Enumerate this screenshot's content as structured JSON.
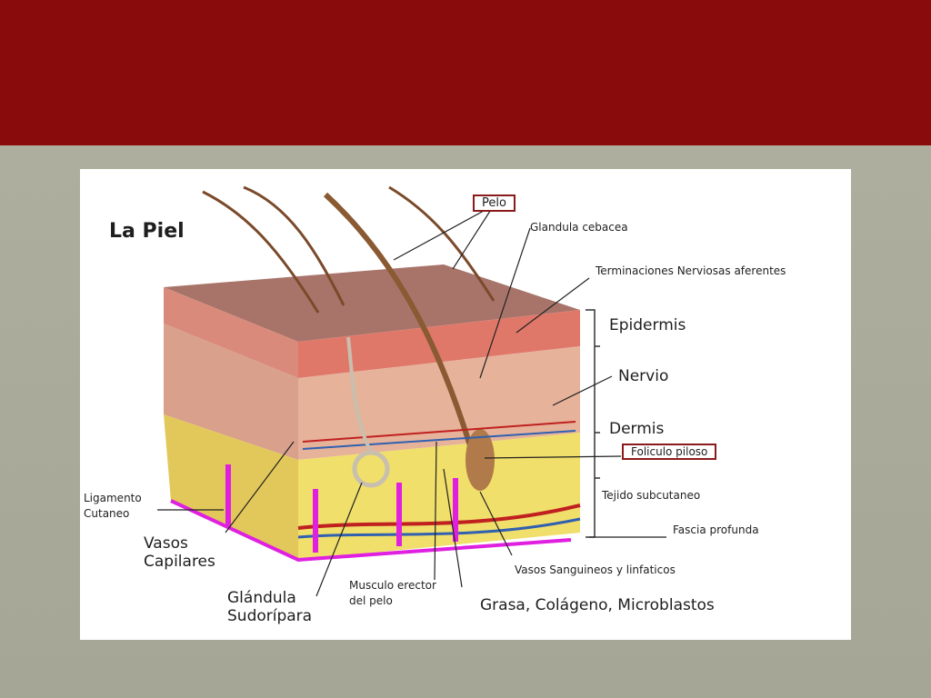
{
  "diagram": {
    "title": "La Piel",
    "labels": {
      "pelo": "Pelo",
      "glandula_cebacea": "Glandula cebacea",
      "terminaciones": "Terminaciones Nerviosas aferentes",
      "epidermis": "Epidermis",
      "nervio": "Nervio",
      "dermis": "Dermis",
      "foliculo": "Foliculo piloso",
      "tejido_subcutaneo": "Tejido subcutaneo",
      "fascia": "Fascia profunda",
      "vasos_sanguineos": "Vasos Sanguineos y linfaticos",
      "grasa": "Grasa, Colágeno, Microblastos",
      "musculo_line1": "Musculo erector",
      "musculo_line2": "del pelo",
      "glandula_line1": "Glándula",
      "glandula_line2": "Sudorípara",
      "vasos_cap_line1": "Vasos",
      "vasos_cap_line2": "Capilares",
      "ligamento_line1": "Ligamento",
      "ligamento_line2": "Cutaneo"
    },
    "colors": {
      "header": "#8a0b0b",
      "highlight_box": "#8b1a1a",
      "ligament_marker": "#e020e0"
    }
  }
}
